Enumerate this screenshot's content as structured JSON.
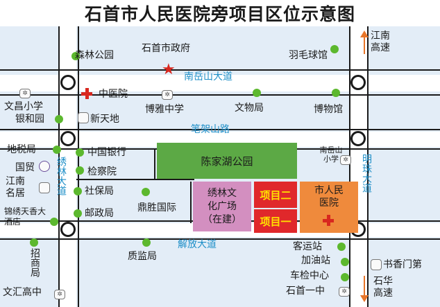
{
  "title": "石首市人民医院旁项目区位示意图",
  "colors": {
    "road_label": "#1e8fc8",
    "park": "#5ca945",
    "culture_plaza": "#d38fc0",
    "project": "#e0282b",
    "project_text": "#ffe100",
    "hospital": "#ef8a3c",
    "dot": "#5cb82e",
    "marker": "#d8281f"
  },
  "roads": {
    "nanyueshan": "南岳山大道",
    "bijiashan": "笔架山路",
    "jiefang": "解放大道",
    "xiulin": "绣林大道",
    "mingzhu": "明珠大道"
  },
  "directions": {
    "to_jiangnan": "江南高速",
    "to_shihua": "石华高速"
  },
  "places": {
    "senlin_park": "森林公园",
    "city_gov": "石首市政府",
    "badminton": "羽毛球馆",
    "tcm_hospital": "中医院",
    "boya_school": "博雅中学",
    "relics_bureau": "文物局",
    "museum": "博物馆",
    "wenchang_school": "文昌小学",
    "yinhe_garden": "银和园",
    "xintiandi": "新天地",
    "tax_bureau": "地税局",
    "guomao": "国贸",
    "jiangnan_residence": "江南名居",
    "jinxiu_hotel": "锦绣天香大酒店",
    "boc": "中国银行",
    "procuratorate": "检察院",
    "social_security": "社保局",
    "civil_affairs": "邮政局",
    "dingsheng": "鼎胜国际",
    "nanyueshan_school": "南岳山小学",
    "quality_bureau": "质监局",
    "zhaoshang_bureau": "招商局",
    "wenhui_school": "文汇高中",
    "bus_station": "客运站",
    "gas_station": "加油站",
    "vehicle_check": "车检中心",
    "shishou_no1": "石首一中",
    "shuxiang_gate": "书香门第"
  },
  "blocks": {
    "chenjiahu_park": "陈家湖公园",
    "culture_plaza_line1": "绣林文",
    "culture_plaza_line2": "化广场",
    "culture_plaza_line3": "（在建）",
    "project_2": "项目二",
    "project_1": "项目一",
    "hospital_line1": "市人民",
    "hospital_line2": "医院"
  },
  "icons": {
    "star": "gov-star-marker",
    "cross": "hospital-cross-icon"
  }
}
